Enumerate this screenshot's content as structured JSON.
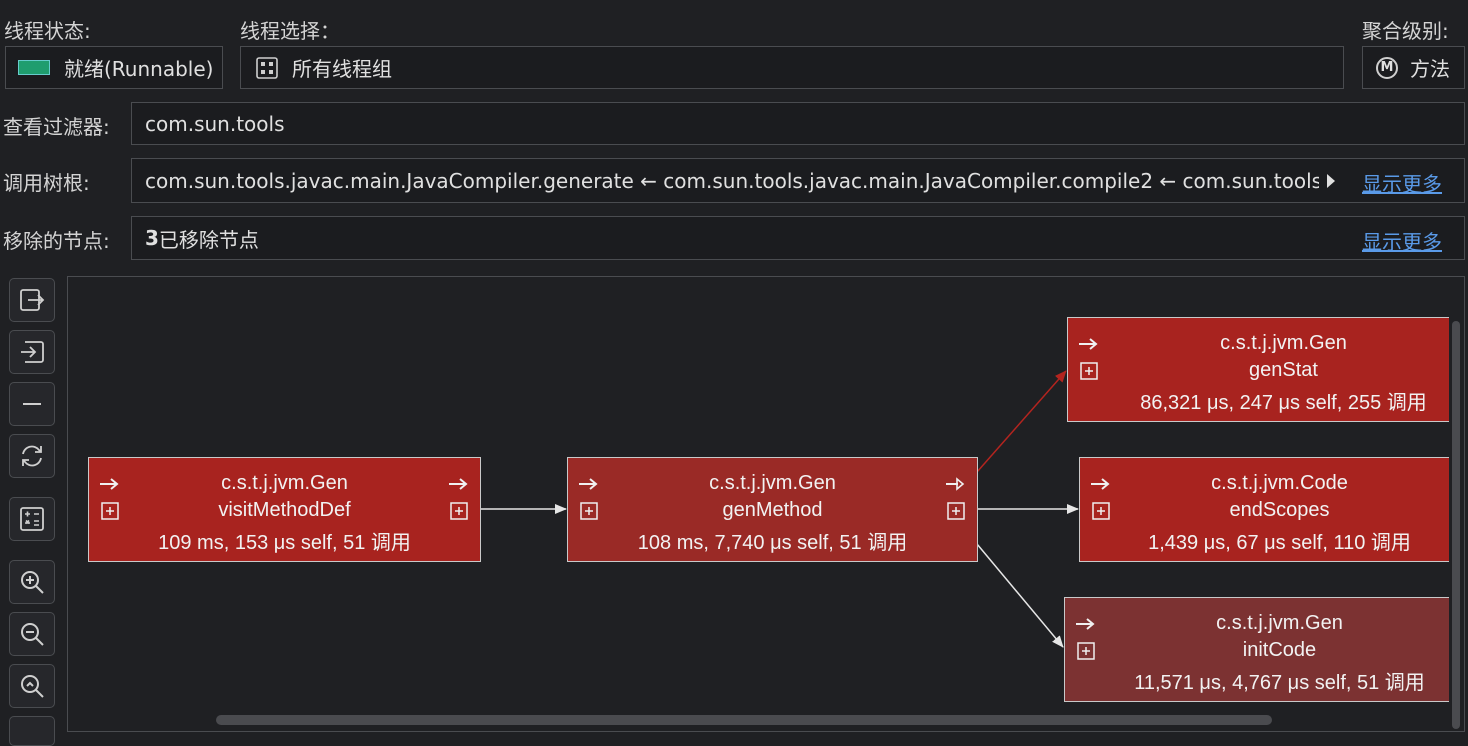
{
  "thread_state": {
    "label": "线程状态:",
    "value": "就绪(Runnable)",
    "swatch_color": "#1f9d6e"
  },
  "thread_select": {
    "label": "线程选择：",
    "value": "所有线程组",
    "icon": "grid-icon"
  },
  "aggregation": {
    "label": "聚合级别:",
    "value": "方法",
    "icon": "method-m-icon",
    "icon_letter": "M"
  },
  "view_filter": {
    "label": "查看过滤器:",
    "value": "com.sun.tools"
  },
  "call_tree_root": {
    "label": "调用树根:",
    "value": "com.sun.tools.javac.main.JavaCompiler.generate ← com.sun.tools.javac.main.JavaCompiler.compile2 ← com.sun.tools.javac",
    "more": "显示更多"
  },
  "removed_nodes": {
    "label": "移除的节点:",
    "count": "3",
    "suffix": "已移除节点",
    "more": "显示更多"
  },
  "toolbar": [
    {
      "name": "expand-out-icon"
    },
    {
      "name": "collapse-in-icon"
    },
    {
      "name": "remove-icon"
    },
    {
      "name": "refresh-icon"
    },
    {
      "name": "calculator-icon"
    },
    {
      "name": "zoom-in-icon"
    },
    {
      "name": "zoom-out-icon"
    },
    {
      "name": "zoom-fit-icon"
    }
  ],
  "graph": {
    "colors": {
      "hot": "#a8231f",
      "mid": "#9a2a26",
      "cool": "#7c3232",
      "edge": "#e6e6e6",
      "hot_edge": "#b3241f"
    },
    "nodes": [
      {
        "class_name": "c.s.t.j.jvm.Gen",
        "method": "visitMethodDef",
        "stats": "109 ms, 153 μs self, 51 调用"
      },
      {
        "class_name": "c.s.t.j.jvm.Gen",
        "method": "genMethod",
        "stats": "108 ms, 7,740 μs self, 51 调用"
      },
      {
        "class_name": "c.s.t.j.jvm.Gen",
        "method": "genStat",
        "stats": "86,321 μs, 247 μs self, 255 调用"
      },
      {
        "class_name": "c.s.t.j.jvm.Code",
        "method": "endScopes",
        "stats": "1,439 μs, 67 μs self, 110 调用"
      },
      {
        "class_name": "c.s.t.j.jvm.Gen",
        "method": "initCode",
        "stats": "11,571 μs, 4,767 μs self, 51 调用"
      }
    ]
  }
}
